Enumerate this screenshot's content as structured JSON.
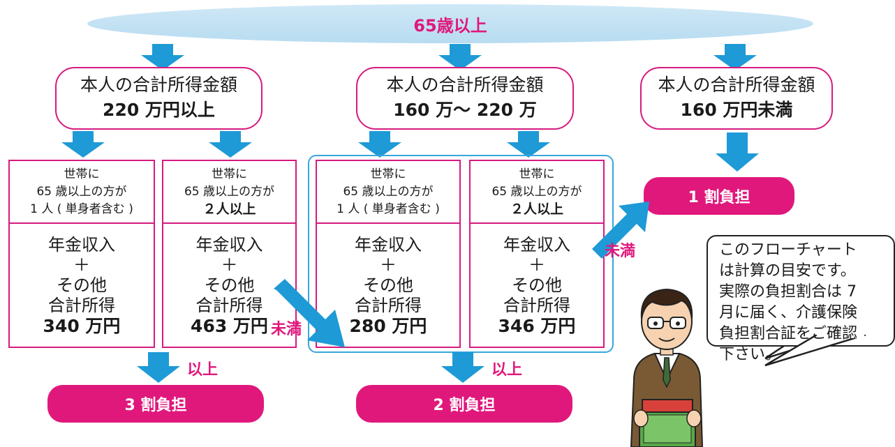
{
  "top_label": "65歳以上",
  "branches": [
    {
      "l1": "本人の合計所得金額",
      "l2": "220 万円以上"
    },
    {
      "l1": "本人の合計所得金額",
      "l2": "160 万～ 220 万"
    },
    {
      "l1": "本人の合計所得金額",
      "l2": "160 万円未満"
    }
  ],
  "conditions": [
    {
      "h1": "世帯に",
      "h2": "65 歳以上の方が",
      "h3": "1 人 ( 単身者含む )",
      "b1": "年金収入",
      "b2": "＋",
      "b3": "その他",
      "b4": "合計所得",
      "amount": "340 万円"
    },
    {
      "h1": "世帯に",
      "h2": "65 歳以上の方が",
      "h3": "２人以上",
      "b1": "年金収入",
      "b2": "＋",
      "b3": "その他",
      "b4": "合計所得",
      "amount": "463 万円"
    },
    {
      "h1": "世帯に",
      "h2": "65 歳以上の方が",
      "h3": "1 人 ( 単身者含む )",
      "b1": "年金収入",
      "b2": "＋",
      "b3": "その他",
      "b4": "合計所得",
      "amount": "280 万円"
    },
    {
      "h1": "世帯に",
      "h2": "65 歳以上の方が",
      "h3": "２人以上",
      "b1": "年金収入",
      "b2": "＋",
      "b3": "その他",
      "b4": "合計所得",
      "amount": "346 万円"
    }
  ],
  "results": {
    "r3": "3 割負担",
    "r2": "2 割負担",
    "r1": "1 割負担"
  },
  "edge_labels": {
    "above_1": "以上",
    "below_1": "未満",
    "above_2": "以上",
    "below_2": "未満"
  },
  "speech": {
    "lines": [
      "このフローチャート",
      "は計算の目安です。",
      "実際の負担割合は 7",
      "月に届く、介護保険",
      "負担割合証をご確認",
      "下さい。"
    ]
  },
  "colors": {
    "pink": "#d61a7f",
    "arrow_blue": "#1e9ad6",
    "frame_blue": "#37a7dc"
  }
}
